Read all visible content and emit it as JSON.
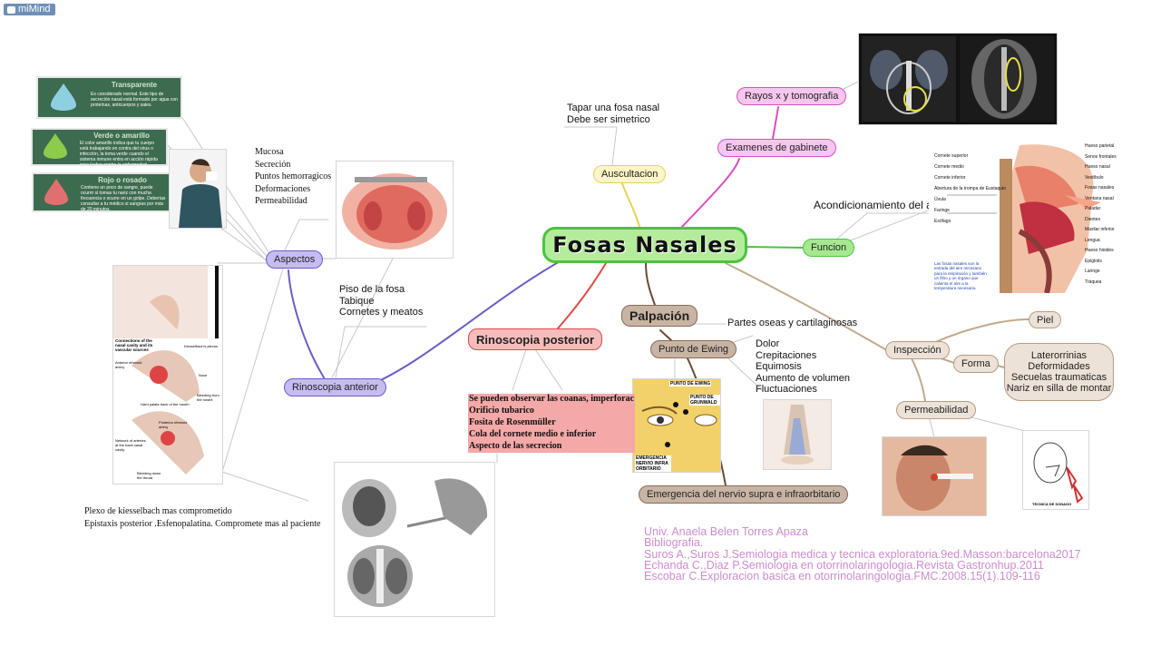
{
  "app": {
    "badge": "miMind"
  },
  "colors": {
    "central_bg": "#b4ec9b",
    "central_border": "#4cc33f"
  },
  "central": {
    "title": "Fosas Nasales"
  },
  "nodes": {
    "auscultacion": "Auscultacion",
    "examenes": "Examenes de gabinete",
    "rayos": "Rayos x y tomografia",
    "funcion": "Funcion",
    "palpacion": "Palpación",
    "punto_ewing": "Punto de Ewing",
    "emergencia": "Emergencia del nervio supra e infraorbitario",
    "inspeccion": "Inspección",
    "piel": "Piel",
    "forma": "Forma",
    "permeabilidad": "Permeabilidad",
    "rinoscopia_posterior": "Rinoscopia posterior",
    "rinoscopia_anterior": "Rinoscopia anterior",
    "aspectos": "Aspectos"
  },
  "notes": {
    "auscultacion": [
      "Tapar una fosa nasal",
      "Debe ser simetrico"
    ],
    "funcion": "Acondicionamiento del aire",
    "palpacion": "Partes oseas y cartilaginosas",
    "ewing": [
      "Dolor",
      "Crepitaciones",
      "Equimosis",
      "Aumento de volumen",
      "Fluctuaciones"
    ],
    "forma": [
      "Laterorrinias",
      "Deformidades",
      "Secuelas traumaticas",
      "Nariz en silla de montar"
    ],
    "rinoscopia_anterior": [
      "Piso de la fosa",
      "Tabique",
      "Cornetes y meatos"
    ],
    "aspectos": [
      "Mucosa",
      "Secreción",
      "Puntos hemorragicos",
      "Deformaciones",
      "Permeabilidad"
    ],
    "rinoscopia_posterior": [
      "Se pueden observar las coanas, imperforac",
      "Orificio tubarico",
      "Fosita de Rosenmüller",
      "Cola del cornete medio e inferior",
      "Aspecto de las secrecion"
    ],
    "epistaxis": [
      "Plexo de kiesselbach mas comprometido",
      "Epistaxis posterior .Esfenopalatina. Compromete mas al paciente"
    ]
  },
  "cards": [
    {
      "title": "Transparente",
      "text": "Es considerado normal. Este tipo de secreción nasal está formado por agua con proteínas, anticuerpos y sales."
    },
    {
      "title": "Verde o amarillo",
      "text": "El color amarillo indica que tu cuerpo está trabajando en contra del virus o infección, la toma verde cuando el sistema inmune entra en acción rápida para luchar contra la enfermedad."
    },
    {
      "title": "Rojo o rosado",
      "text": "Contiene un poco de sangre, puede ocurrir si tomas tu nariz con mucha frecuencia o ocurre en un golpe. Deberías consultar a tu médico si sangras por más de 20 minutos."
    }
  ],
  "anatomy_labels": {
    "right": [
      "Hueso parietal",
      "Senos frontales",
      "Hueso nasal",
      "Vestíbulo",
      "Fosas nasales",
      "Ventana nasal",
      "Paladar",
      "Dientes",
      "Maxilar inferior",
      "Lengua",
      "Hueso hioides",
      "Epiglotis",
      "Laringe",
      "Tráquea"
    ],
    "left": [
      "Cornete superior",
      "Cornete medio",
      "Cornete inferior",
      "Abertura de la trompa de Eustaquio",
      "Úvula",
      "Faringe",
      "Esófago"
    ],
    "note": "Las fosas nasales son la entrada del aire necesario para la respiración y también un filtro y un órgano que calienta el aire a la temperatura necesaria."
  },
  "ewing_labels": {
    "punto_ewing": "PUNTO DE EWING",
    "punto_grunwald": "PUNTO DE GRUNWALD",
    "emergencia": "EMERGENCIA NERVIO INFRA ORBITARIO"
  },
  "epistaxis_labels": [
    "Connections of the nasal cavity and its vascular sources",
    "Kiesselbach's plexus",
    "Anterior ethmoid artery",
    "Nose",
    "Bleeding from the nostril",
    "Posterior ethmoid artery",
    "Network of arteries at the back nasal cavity",
    "Bleeding down the throat",
    "Hard palate back of the mouth"
  ],
  "tecnica_label": "TECNICA DE SONAGO",
  "bibliography": [
    "Univ. Anaela Belen Torres Apaza",
    "Bibliografia.",
    "Suros A.,Suros J.Semiologia medica y tecnica exploratoria.9ed.Masson:barcelona2017",
    "Echanda C.,Diaz P.Semiologia en otorrinolaringologia.Revista Gastronhup.2011",
    "Escobar C.Exploracion basica en otorrinolaringologia.FMC.2008.15(1).109-116"
  ]
}
